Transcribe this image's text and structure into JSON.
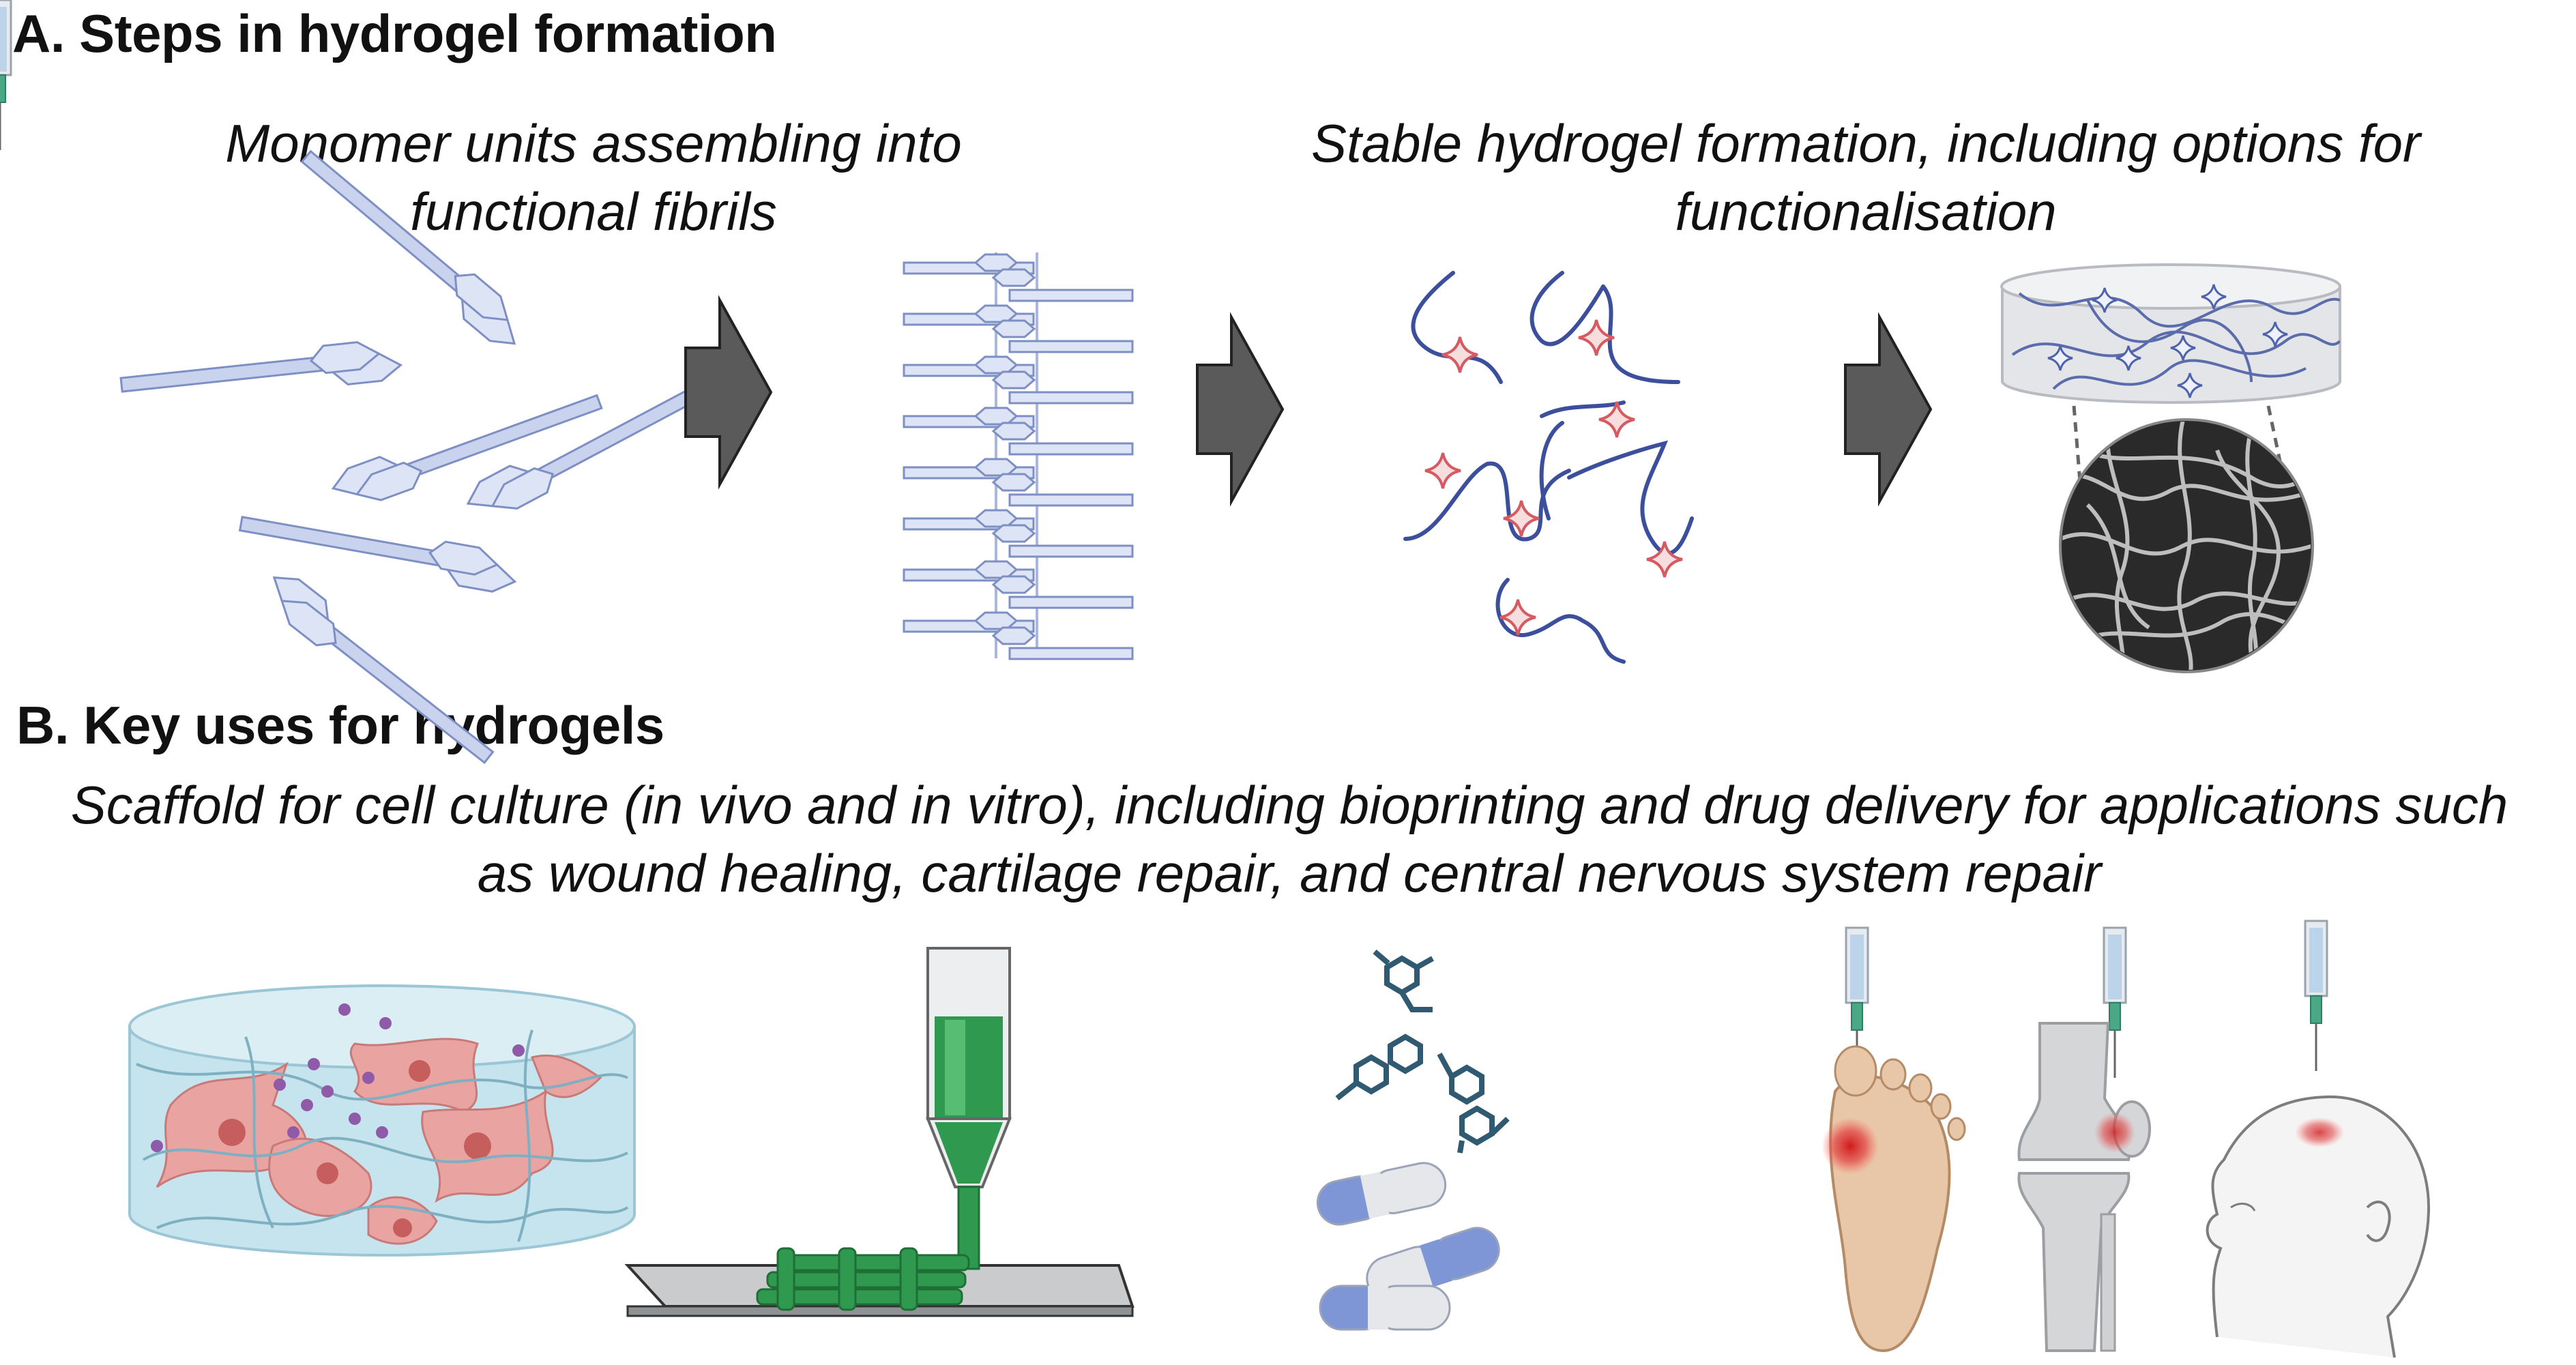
{
  "section_a": {
    "title": "A. Steps in hydrogel formation",
    "caption_left": [
      "Monomer units assembling into",
      "functional fibrils"
    ],
    "caption_right": [
      "Stable hydrogel formation, including options for",
      "functionalisation"
    ],
    "icons": [
      "monomer-units-icon",
      "arrow-right-icon",
      "assembled-fibrils-icon",
      "arrow-right-icon",
      "functionalised-fibre-network-icon",
      "arrow-right-icon",
      "hydrogel-disc-icon",
      "sem-micrograph-icon"
    ]
  },
  "section_b": {
    "title": "B. Key uses for hydrogels",
    "caption": [
      "Scaffold for cell culture (in vivo and in vitro), including bioprinting and drug delivery for applications such",
      "as wound healing, cartilage repair, and central nervous system repair"
    ],
    "icons": [
      "cell-culture-scaffold-icon",
      "bioprinter-icon",
      "drug-molecules-icon",
      "capsules-icon",
      "syringe-icon",
      "foot-wound-icon",
      "knee-cartilage-icon",
      "infant-head-icon"
    ]
  },
  "colors": {
    "fibril": "#c9d3ee",
    "fibril_stroke": "#7e8fc4",
    "arrow": "#5a5a5a",
    "fibre": "#3c4f9c",
    "star": "#d65a62",
    "cell": "#e9a3a0",
    "bioink": "#2f9a4f",
    "drug": "#2f5a72",
    "capsule": "#7f96d6",
    "skin": "#e8c7a8",
    "bone": "#d4d6d8",
    "injury": "#dd2020"
  }
}
